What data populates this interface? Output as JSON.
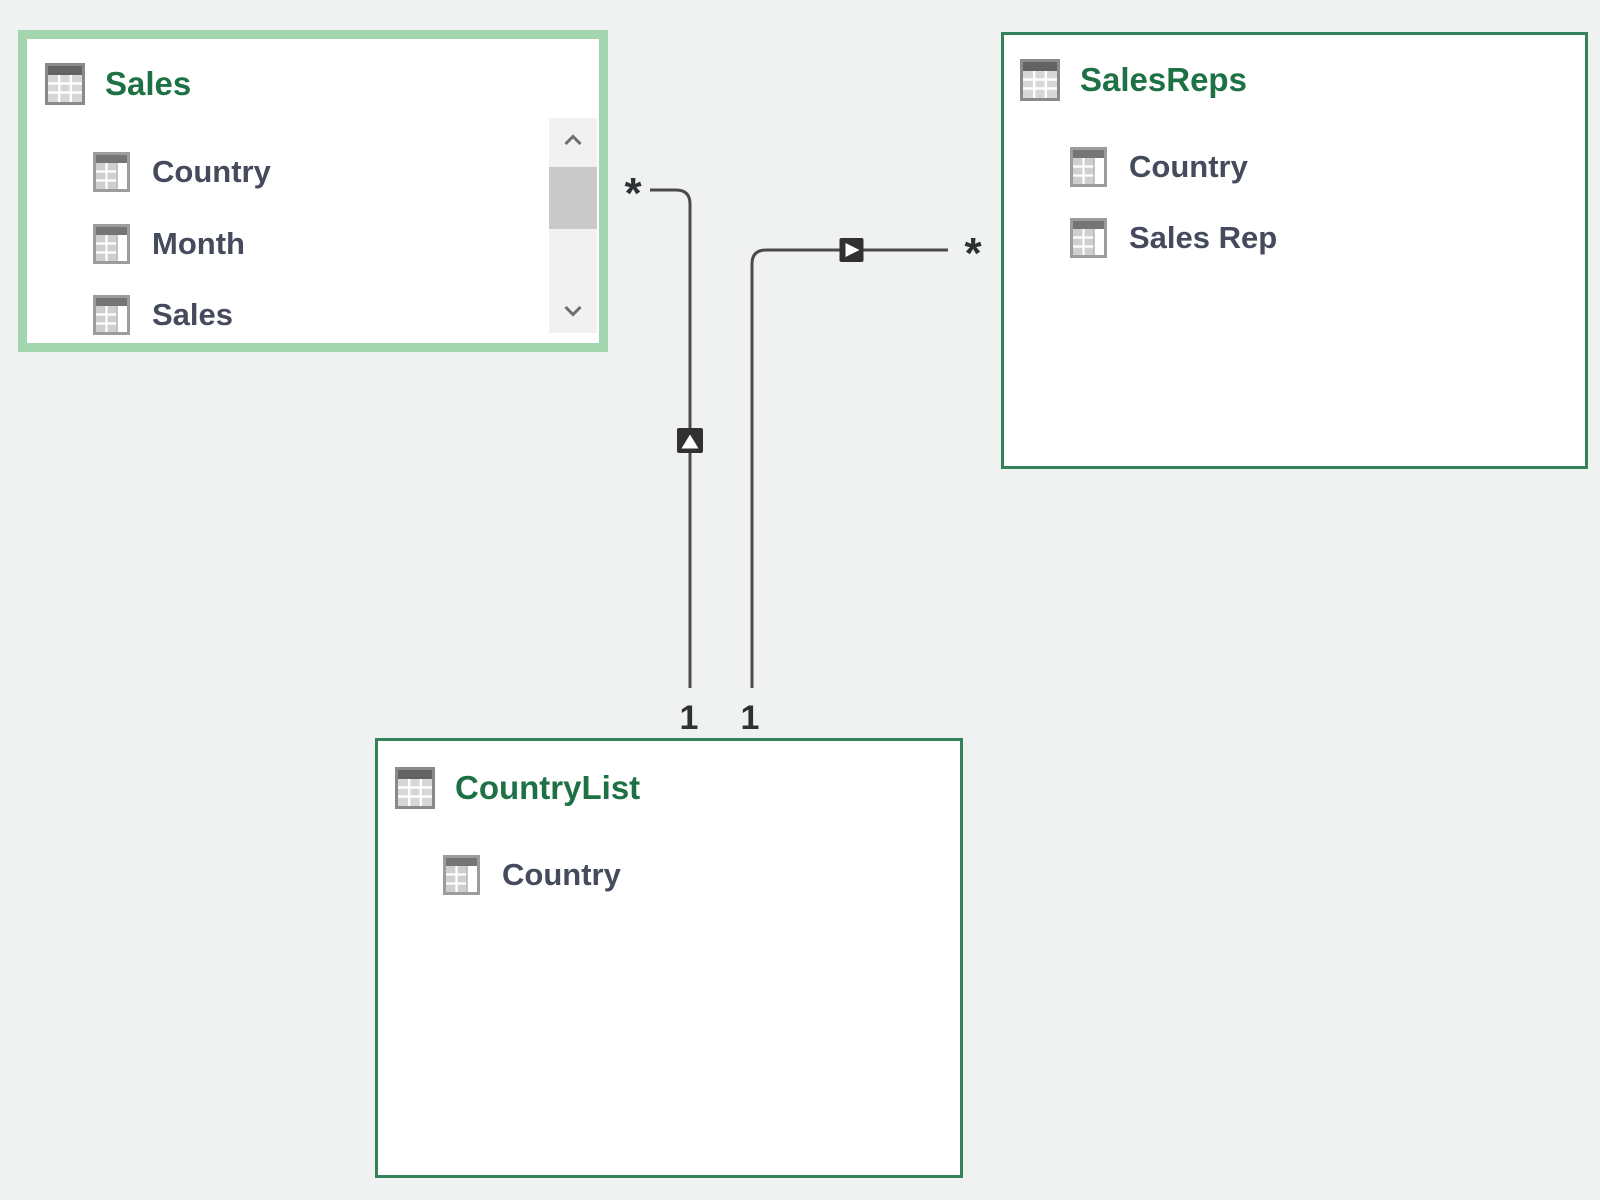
{
  "diagram": {
    "view_name": "relationship-diagram",
    "tables": [
      {
        "name": "Sales",
        "selected": true,
        "has_scrollbar": true,
        "fields": [
          "Country",
          "Month",
          "Sales"
        ]
      },
      {
        "name": "SalesReps",
        "selected": false,
        "has_scrollbar": false,
        "fields": [
          "Country",
          "Sales Rep"
        ]
      },
      {
        "name": "CountryList",
        "selected": false,
        "has_scrollbar": false,
        "fields": [
          "Country"
        ]
      }
    ],
    "relationships": [
      {
        "from_table": "Sales",
        "to_table": "CountryList",
        "many_label": "*",
        "one_label": "1",
        "arrow_direction": "up"
      },
      {
        "from_table": "CountryList",
        "to_table": "SalesReps",
        "many_label": "*",
        "one_label": "1",
        "arrow_direction": "right"
      }
    ],
    "icons": {
      "table_header_icon": "table-grid-icon",
      "field_icon": "table-column-icon",
      "scroll_up": "chevron-up-icon",
      "scroll_down": "chevron-down-icon",
      "relationship_arrow": "filter-direction-arrow-icon"
    },
    "colors": {
      "canvas_bg": "#f0f1f1",
      "table_bg": "#ffffff",
      "selected_border": "#a3d5ae",
      "table_border": "#35825a",
      "table_title": "#1e7145",
      "field_text": "#454a5c",
      "relationship_line": "#4b4b4b",
      "marker_bg": "#313131",
      "cardinality_text": "#2e3033",
      "scrollbar_track": "#f1f1f1",
      "scrollbar_thumb": "#c9c9c9"
    }
  }
}
